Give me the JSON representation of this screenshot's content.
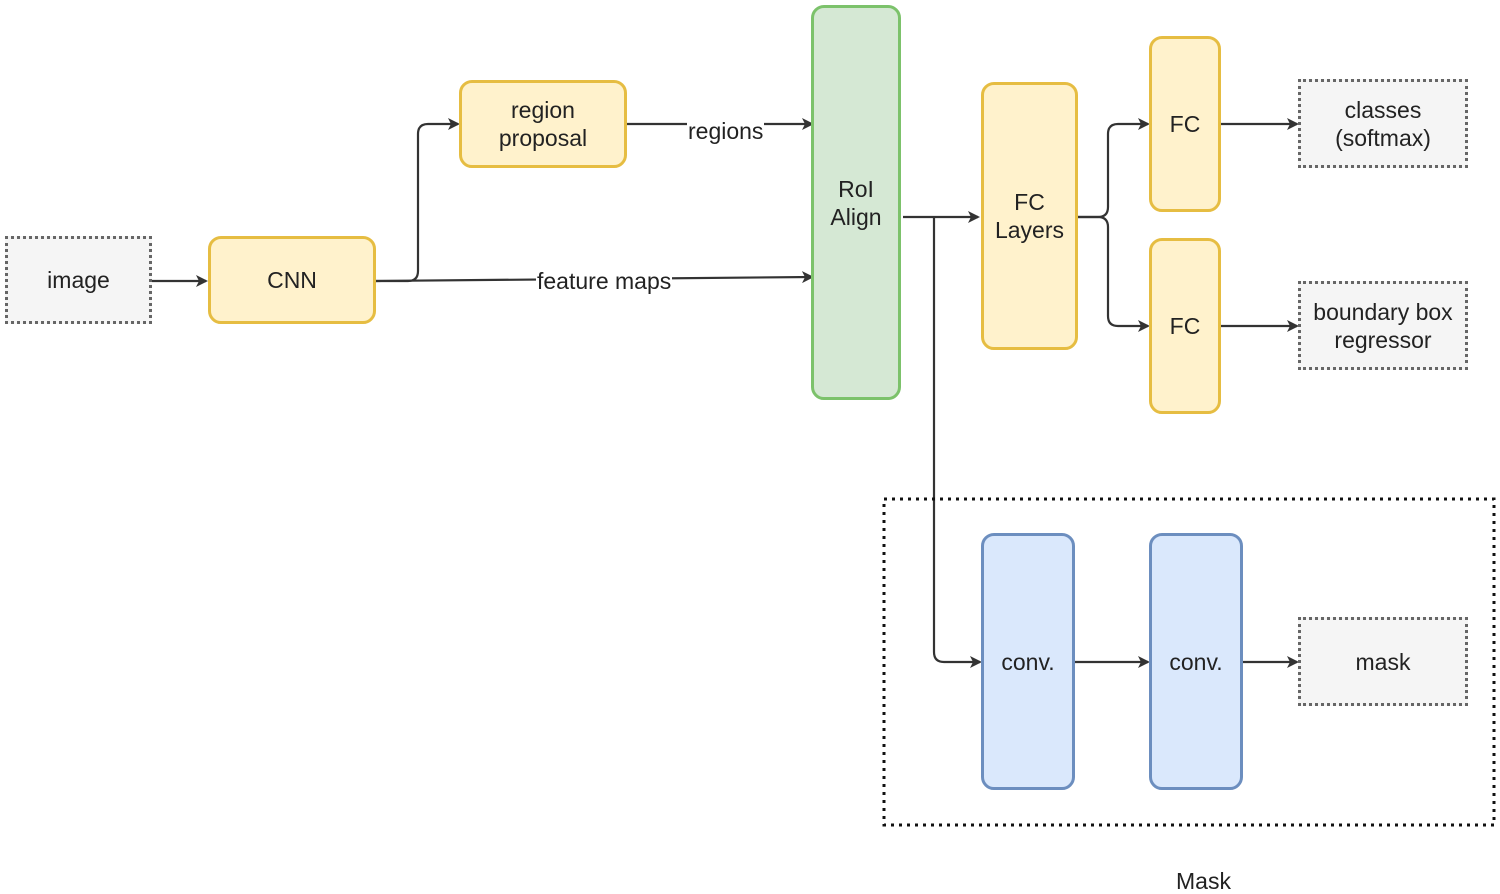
{
  "colors": {
    "cnn_block": "#fff2cc",
    "roi_block": "#d5e8d4",
    "mask_block": "#dae8fc",
    "io_block": "#f5f5f5"
  },
  "nodes": {
    "image": "image",
    "cnn": "CNN",
    "region_proposal": "region\nproposal",
    "roi_align": "RoI\nAlign",
    "fc_layers": "FC\nLayers",
    "fc_top": "FC",
    "fc_bottom": "FC",
    "classes": "classes\n(softmax)",
    "bbox": "boundary box\nregressor",
    "conv1": "conv.",
    "conv2": "conv.",
    "mask": "mask"
  },
  "edge_labels": {
    "regions": "regions",
    "feature_maps": "feature maps"
  },
  "groups": {
    "mask_branch": "Mask"
  }
}
